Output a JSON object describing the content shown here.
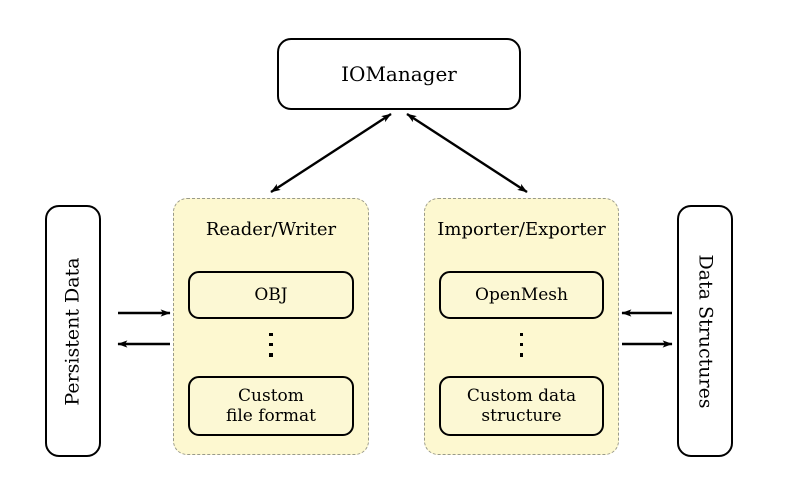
{
  "diagram": {
    "title_node": {
      "label": "IOManager"
    },
    "side_nodes": {
      "left": {
        "label": "Persistent Data"
      },
      "right": {
        "label": "Data Structures"
      }
    },
    "panels": [
      {
        "title": "Reader/Writer",
        "top_item": "OBJ",
        "ellipsis": "⋮",
        "bottom_item_line1": "Custom",
        "bottom_item_line2": "file format"
      },
      {
        "title": "Importer/Exporter",
        "top_item": "OpenMesh",
        "ellipsis": "⋮",
        "bottom_item_line1": "Custom data",
        "bottom_item_line2": "structure"
      }
    ],
    "colors": {
      "panel_fill": "#fdf8d0",
      "panel_border": "#9a9a8a",
      "item_fill": "#fcf8d4",
      "stroke": "#000000",
      "background": "#ffffff"
    },
    "connectors": [
      {
        "name": "iomanager-to-readerwriter",
        "style": "double-headed",
        "from": "IOManager",
        "to": "Reader/Writer"
      },
      {
        "name": "iomanager-to-importerexporter",
        "style": "double-headed",
        "from": "IOManager",
        "to": "Importer/Exporter"
      },
      {
        "name": "persistent-data-to-readerwriter",
        "style": "single-headed",
        "direction": "right"
      },
      {
        "name": "readerwriter-to-persistent-data",
        "style": "single-headed",
        "direction": "left"
      },
      {
        "name": "data-structures-to-importerexporter",
        "style": "single-headed",
        "direction": "left"
      },
      {
        "name": "importerexporter-to-data-structures",
        "style": "single-headed",
        "direction": "right"
      }
    ]
  }
}
